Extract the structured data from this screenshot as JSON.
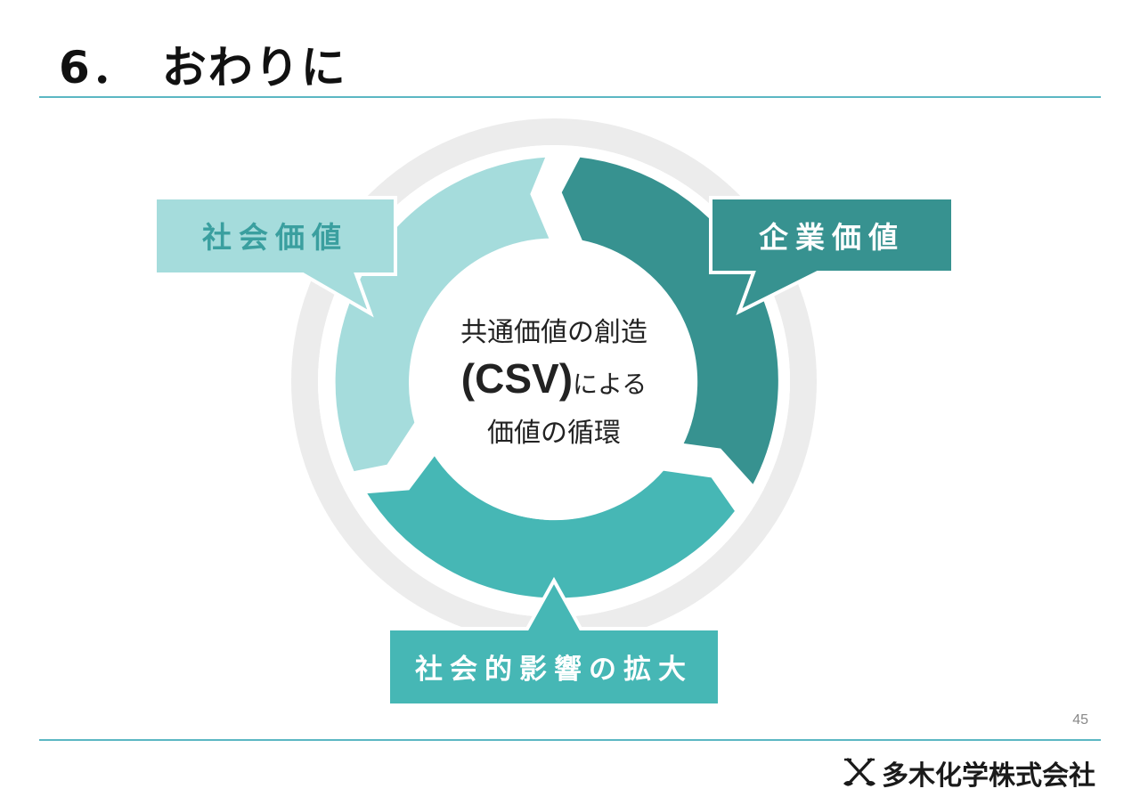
{
  "slide": {
    "title": "6．　おわりに",
    "page_number": "45"
  },
  "diagram": {
    "center": {
      "line1": "共通価値の創造",
      "line2_main": "(CSV)",
      "line2_suffix": "による",
      "line3": "価値の循環"
    },
    "callouts": {
      "social_value": "社会価値",
      "corporate_value": "企業価値",
      "social_impact": "社会的影響の拡大"
    },
    "colors": {
      "light_teal": "#a5dcdc",
      "dark_teal": "#379290",
      "mid_teal": "#46b7b5",
      "outer_ring": "#ececec",
      "label_light_text": "#3a9f9f",
      "rule": "#5bb7c3"
    }
  },
  "footer": {
    "company_name": "多木化学株式会社",
    "logo_icon": "crossed-tools-logo-icon"
  }
}
